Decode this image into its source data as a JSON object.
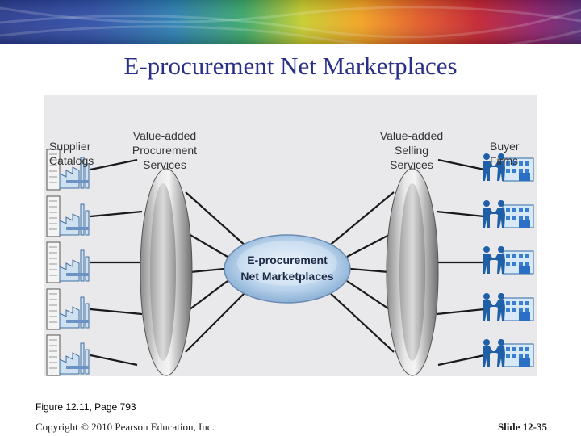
{
  "slide": {
    "title": "E-procurement Net Marketplaces",
    "caption": "Figure 12.11, Page 793",
    "copyright": "Copyright © 2010 Pearson Education, Inc.",
    "slide_number": "Slide 12-35"
  },
  "diagram": {
    "supplier_label": [
      "Supplier",
      "Catalogs"
    ],
    "procurement_label": [
      "Value-added",
      "Procurement",
      "Services"
    ],
    "selling_label": [
      "Value-added",
      "Selling",
      "Services"
    ],
    "buyer_label": [
      "Buyer",
      "Firms"
    ],
    "hub_label": [
      "E-procurement",
      "Net Marketplaces"
    ],
    "supplier_count": 5,
    "buyer_count": 5
  }
}
